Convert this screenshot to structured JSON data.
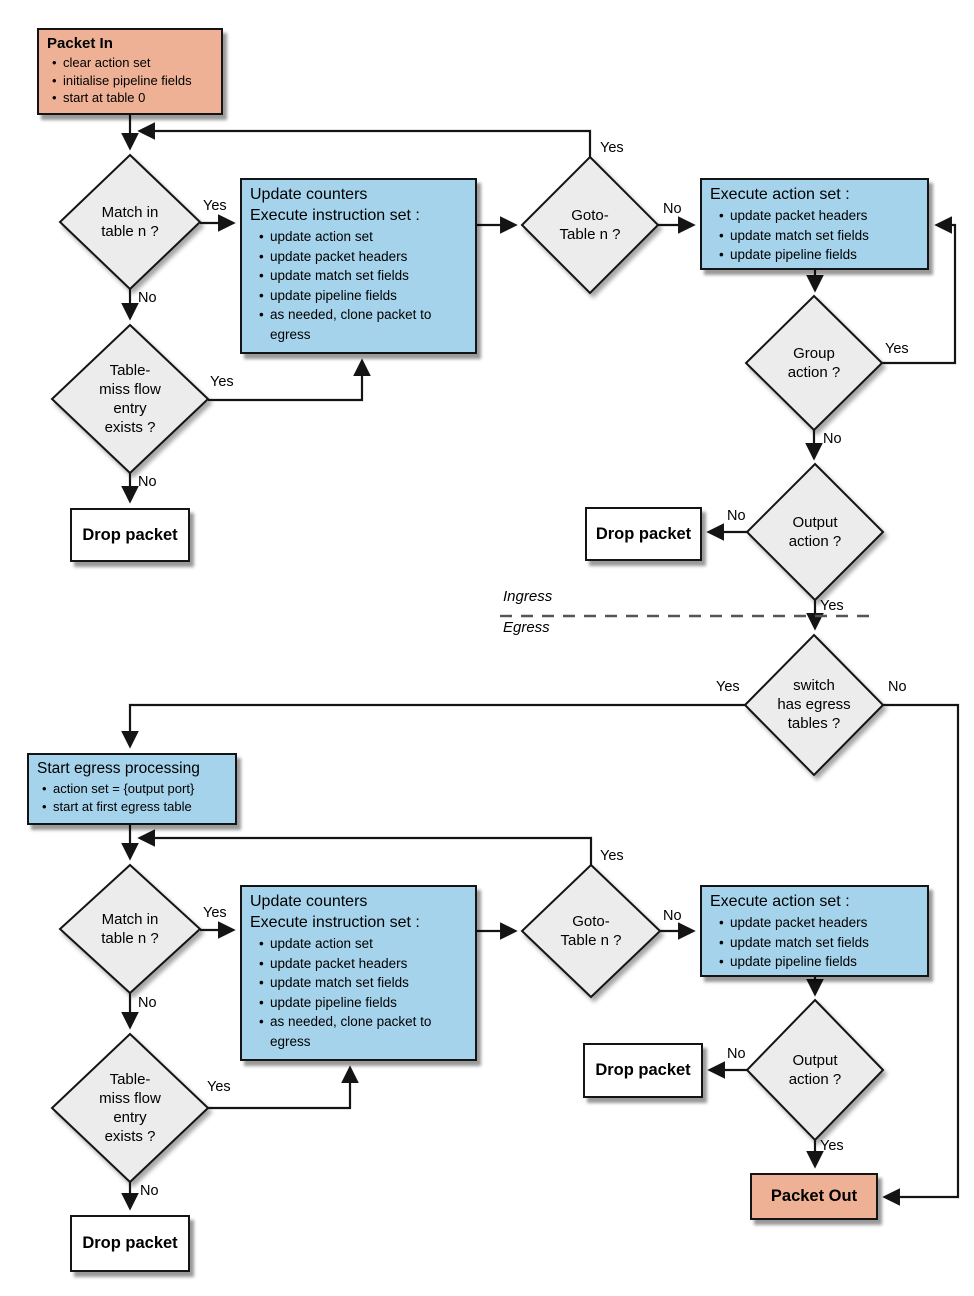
{
  "colors": {
    "process_box": "#a5d3eb",
    "terminal_box": "#eeb195",
    "decision_diamond": "#ececec",
    "drop_box": "#ffffff",
    "line": "#141414"
  },
  "labels": {
    "yes": "Yes",
    "no": "No"
  },
  "regions": {
    "ingress": "Ingress",
    "egress": "Egress"
  },
  "ingress": {
    "packet_in": {
      "title": "Packet In",
      "items": [
        "clear action set",
        "initialise pipeline fields",
        "start at table 0"
      ]
    },
    "match": {
      "line1": "Match in",
      "line2": "table n ?"
    },
    "table_miss": {
      "line1": "Table-",
      "line2": "miss flow",
      "line3": "entry",
      "line4": "exists ?"
    },
    "update_counters": {
      "title1": "Update counters",
      "title2": "Execute instruction set :",
      "items": [
        "update action set",
        "update packet headers",
        "update match set fields",
        "update pipeline fields",
        "as needed, clone packet to egress"
      ]
    },
    "goto_table": {
      "line1": "Goto-",
      "line2": "Table n ?"
    },
    "execute_action": {
      "title": "Execute action set :",
      "items": [
        "update packet headers",
        "update match set fields",
        "update pipeline fields"
      ]
    },
    "group_action": {
      "line1": "Group",
      "line2": "action ?"
    },
    "output_action": {
      "line1": "Output",
      "line2": "action ?"
    },
    "drop_packet_left": "Drop packet",
    "drop_packet_right": "Drop packet"
  },
  "egress": {
    "switch_has_egress": {
      "line1": "switch",
      "line2": "has egress",
      "line3": "tables ?"
    },
    "start_egress": {
      "title": "Start egress processing",
      "items": [
        "action set = {output port}",
        "start at first egress table"
      ]
    },
    "match": {
      "line1": "Match in",
      "line2": "table n ?"
    },
    "table_miss": {
      "line1": "Table-",
      "line2": "miss flow",
      "line3": "entry",
      "line4": "exists ?"
    },
    "update_counters": {
      "title1": "Update counters",
      "title2": "Execute instruction set :",
      "items": [
        "update action set",
        "update packet headers",
        "update match set fields",
        "update pipeline fields",
        "as needed, clone packet to egress"
      ]
    },
    "goto_table": {
      "line1": "Goto-",
      "line2": "Table n ?"
    },
    "execute_action": {
      "title": "Execute action set :",
      "items": [
        "update packet headers",
        "update match set fields",
        "update pipeline fields"
      ]
    },
    "output_action": {
      "line1": "Output",
      "line2": "action ?"
    },
    "drop_packet_left": "Drop packet",
    "drop_packet_right": "Drop packet",
    "packet_out": "Packet Out"
  }
}
